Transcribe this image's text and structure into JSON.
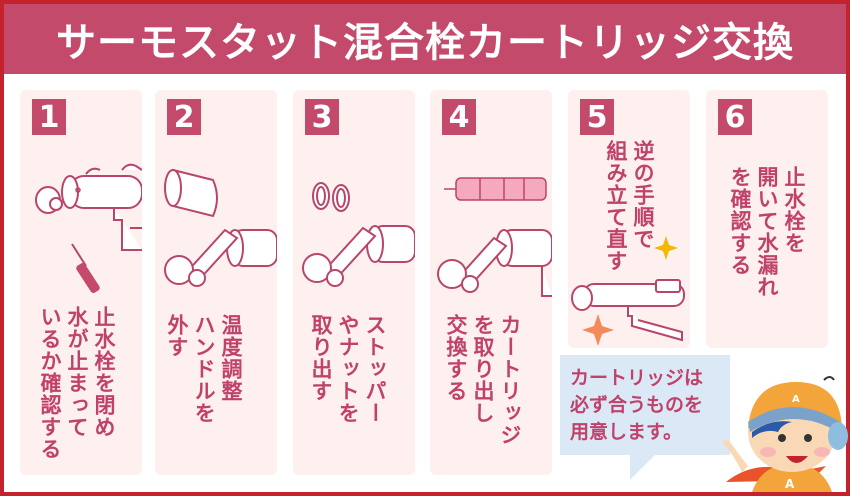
{
  "title": "サーモスタット混合栓カートリッジ交換",
  "colors": {
    "border": "#c4222c",
    "header": "#c44a6c",
    "panel_bg": "#fdf0ee",
    "text": "#c0426a",
    "bubble_bg": "#dbe9f7",
    "sparkle_yellow": "#f5b800",
    "sparkle_orange": "#f48a5a"
  },
  "steps": [
    {
      "number": "1",
      "text": "止水栓を閉め\n水が止まって\nいるか確認する",
      "icon": "faucet-with-screwdriver-icon"
    },
    {
      "number": "2",
      "text": "温度調整\nハンドルを\n外す",
      "icon": "faucet-handle-removed-icon"
    },
    {
      "number": "3",
      "text": "ストッパー\nやナットを\n取り出す",
      "icon": "stopper-rings-icon"
    },
    {
      "number": "4",
      "text": "カートリッジ\nを取り出し\n交換する",
      "icon": "cartridge-icon"
    },
    {
      "number": "5",
      "text": "逆の手順で\n組み立て直す",
      "icon": "assembled-faucet-icon"
    },
    {
      "number": "6",
      "text": "止水栓を\n開いて水漏れ\nを確認する",
      "icon": "none"
    }
  ],
  "note": {
    "text": "カートリッジは\n必ず合うものを\n用意します。",
    "icon": "pointing-mascot-icon"
  }
}
